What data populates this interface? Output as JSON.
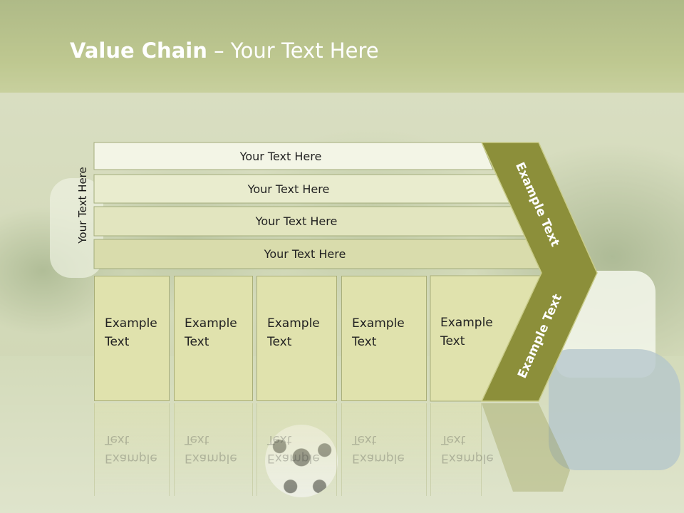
{
  "title": {
    "bold": "Value Chain",
    "rest": " – Your Text Here"
  },
  "side_label": "Your Text Here",
  "bars": [
    "Your Text Here",
    "Your Text Here",
    "Your Text Here",
    "Your Text Here"
  ],
  "boxes": [
    {
      "line1": "Example",
      "line2": "Text"
    },
    {
      "line1": "Example",
      "line2": "Text"
    },
    {
      "line1": "Example",
      "line2": "Text"
    },
    {
      "line1": "Example",
      "line2": "Text"
    },
    {
      "line1": "Example",
      "line2": "Text"
    }
  ],
  "chevron": {
    "upper": "Example Text",
    "lower": "Example Text",
    "color": "#8c8f3a"
  }
}
